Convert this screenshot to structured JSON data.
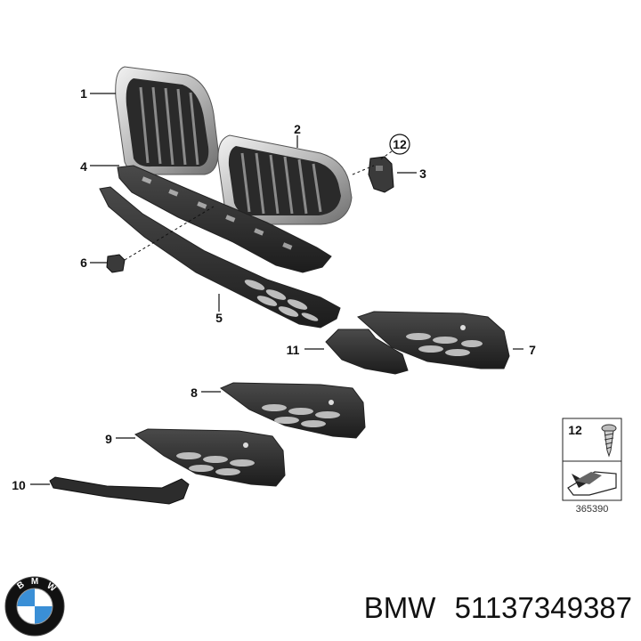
{
  "diagram": {
    "callouts": [
      "1",
      "2",
      "3",
      "4",
      "5",
      "6",
      "7",
      "8",
      "9",
      "10",
      "11",
      "12"
    ],
    "legend_callout": "12",
    "drawing_number": "365390"
  },
  "caption": {
    "brand": "BMW",
    "part_number": "51137349387"
  },
  "logo": {
    "letters": "BMW",
    "colors": {
      "blue": "#3a8fd6",
      "ring": "#111111",
      "white": "#ffffff"
    }
  }
}
